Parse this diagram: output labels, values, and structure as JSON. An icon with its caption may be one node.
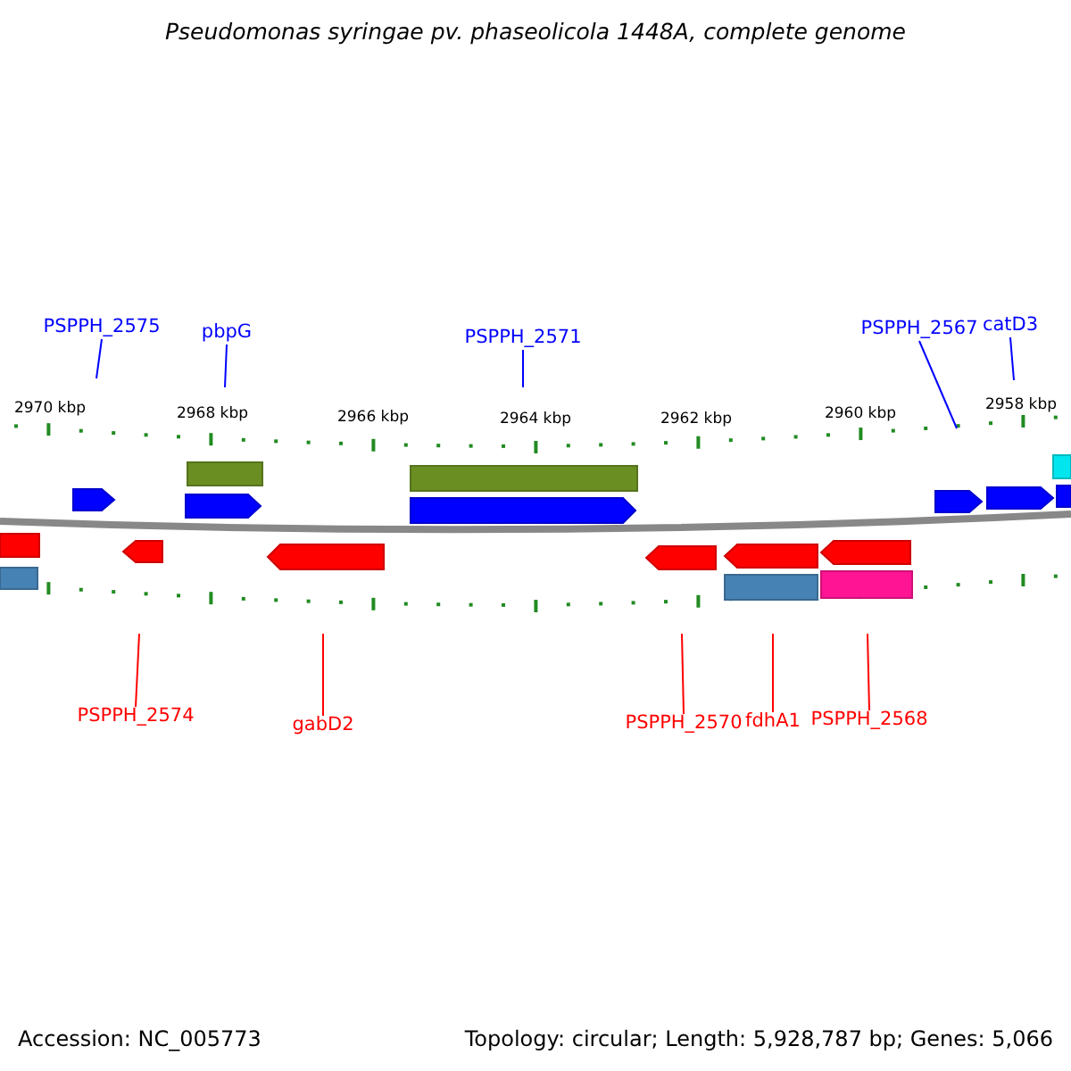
{
  "diagram": {
    "title": "Pseudomonas syringae pv. phaseolicola 1448A, complete genome",
    "nodes": [
      {
        "text": [
          "PSPPH_2575"
        ]
      },
      {
        "text": [
          "pbpG"
        ]
      },
      {
        "text": [
          "PSPPH_2571"
        ]
      },
      {
        "text": [
          "PSPPH_2567"
        ]
      },
      {
        "text": [
          "catD3"
        ]
      },
      {
        "text": [
          "PSPPH_2574"
        ]
      },
      {
        "text": [
          "gabD2"
        ]
      },
      {
        "text": [
          "PSPPH_2570"
        ]
      },
      {
        "text": [
          "fdhA1"
        ]
      },
      {
        "text": [
          "PSPPH_2568"
        ]
      }
    ],
    "edges": [
      {
        "from": 0,
        "to": null,
        "arrow": "none",
        "color": "#0000ff"
      },
      {
        "from": 1,
        "to": null,
        "arrow": "none",
        "color": "#0000ff"
      },
      {
        "from": 2,
        "to": null,
        "arrow": "none",
        "color": "#0000ff"
      },
      {
        "from": 3,
        "to": null,
        "arrow": "none",
        "color": "#0000ff"
      },
      {
        "from": 4,
        "to": null,
        "arrow": "none",
        "color": "#0000ff"
      },
      {
        "from": 5,
        "to": null,
        "arrow": "none",
        "color": "#ff0000"
      },
      {
        "from": 6,
        "to": null,
        "arrow": "none",
        "color": "#ff0000"
      },
      {
        "from": 7,
        "to": null,
        "arrow": "none",
        "color": "#ff0000"
      },
      {
        "from": 8,
        "to": null,
        "arrow": "none",
        "color": "#ff0000"
      },
      {
        "from": 9,
        "to": null,
        "arrow": "none",
        "color": "#ff0000"
      }
    ],
    "labels": [
      "2970 kbp",
      "2968 kbp",
      "2966 kbp",
      "2964 kbp",
      "2962 kbp",
      "2960 kbp",
      "2958 kbp",
      "Accession: NC_005773",
      "Topology: circular; Length: 5,928,787 bp; Genes: 5,066"
    ]
  }
}
